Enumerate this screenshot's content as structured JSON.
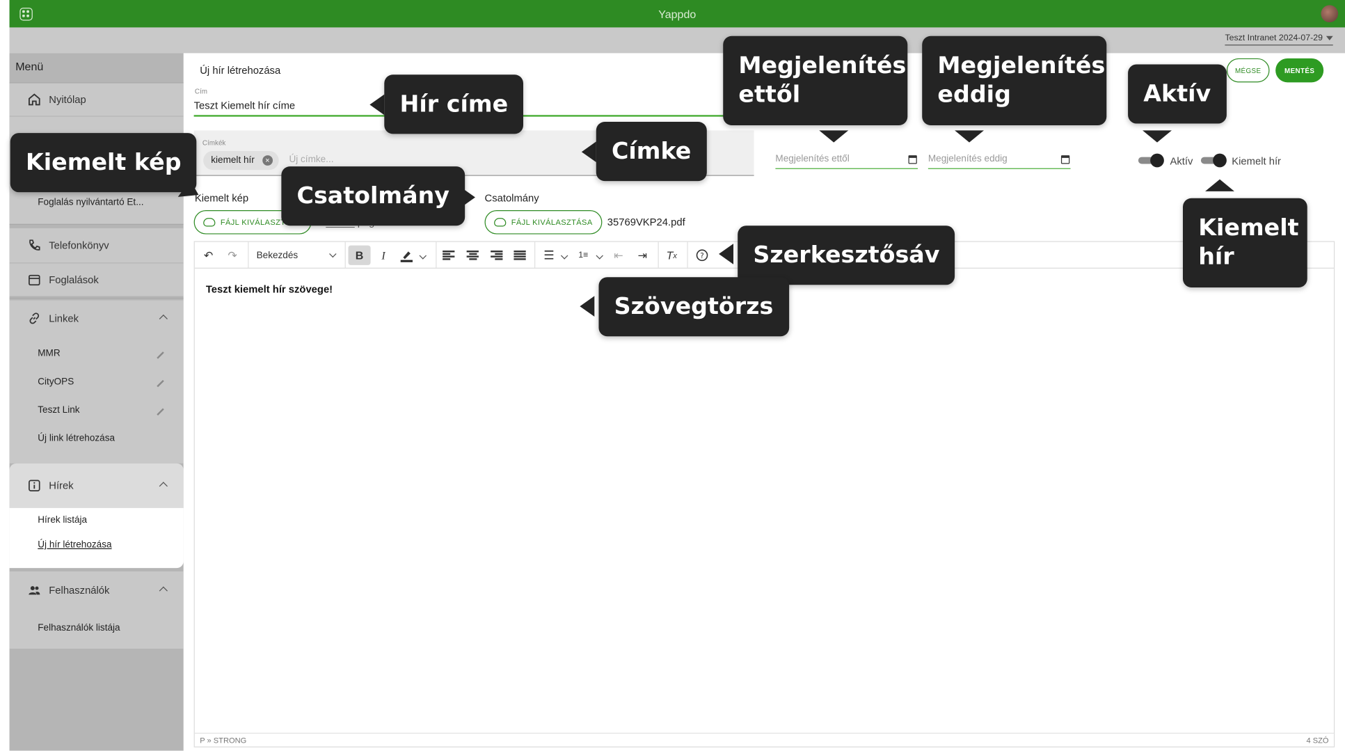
{
  "app": {
    "title": "Yappdo",
    "intranet_selector": "Teszt Intranet 2024-07-29"
  },
  "sidebar": {
    "menu_label": "Menü",
    "home": "Nyitólap",
    "booking_record": "Foglalás nyilvántartó Et...",
    "phonebook": "Telefonkönyv",
    "bookings": "Foglalások",
    "links": {
      "label": "Linkek",
      "items": [
        "MMR",
        "CityOPS",
        "Teszt Link"
      ],
      "create": "Új link létrehozása"
    },
    "news": {
      "label": "Hírek",
      "list": "Hírek listája",
      "create": "Új hír létrehozása"
    },
    "users": {
      "label": "Felhasználók",
      "list": "Felhasználók listája"
    }
  },
  "form": {
    "page_title": "Új hír létrehozása",
    "cancel_label": "MÉGSE",
    "save_label": "MENTÉS",
    "title_label": "Cím",
    "title_value": "Teszt Kiemelt hír címe",
    "tags_label": "Címkék",
    "tag_chip": "kiemelt hír",
    "tag_placeholder": "Új címke...",
    "display_from_placeholder": "Megjelenítés ettől",
    "display_until_placeholder": "Megjelenítés eddig",
    "active_label": "Aktív",
    "active_on": true,
    "featured_label": "Kiemelt hír",
    "featured_on": true,
    "featured_image_label": "Kiemelt kép",
    "featured_image_button": "FÁJL KIVÁLASZTÁSA",
    "featured_image_file": "..._____.png",
    "attachment_label": "Csatolmány",
    "attachment_button": "FÁJL KIVÁLASZTÁSA",
    "attachment_file": "35769VKP24.pdf"
  },
  "editor": {
    "paragraph_select": "Bekezdés",
    "body_text": "Teszt kiemelt hír szövege!",
    "status_path": "P » STRONG",
    "word_count": "4 SZÓ",
    "toolbar_icons": [
      "undo-icon",
      "redo-icon",
      "bold-icon",
      "italic-icon",
      "highlight-icon",
      "align-left-icon",
      "align-center-icon",
      "align-right-icon",
      "align-justify-icon",
      "bullet-list-icon",
      "numbered-list-icon",
      "outdent-icon",
      "indent-icon",
      "clear-format-icon",
      "help-icon"
    ]
  },
  "callouts": {
    "title": "Hír címe",
    "tag": "Címke",
    "display_from": "Megjelenítés ettől",
    "display_until": "Megjelenítés eddig",
    "active": "Aktív",
    "featured_image": "Kiemelt kép",
    "attachment": "Csatolmány",
    "toolbar": "Szerkesztősáv",
    "body": "Szövegtörzs",
    "featured_news": "Kiemelt hír"
  },
  "colors": {
    "brand_green": "#2e8b23",
    "callout_bg": "#242424",
    "sidebar_bg": "#b5b5b5"
  }
}
